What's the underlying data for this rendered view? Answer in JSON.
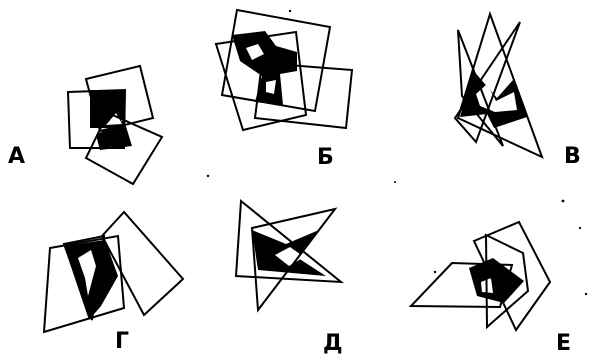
{
  "figures": [
    {
      "id": "a",
      "label": "А"
    },
    {
      "id": "b",
      "label": "Б"
    },
    {
      "id": "v",
      "label": "В"
    },
    {
      "id": "g",
      "label": "Г"
    },
    {
      "id": "d",
      "label": "Д"
    },
    {
      "id": "e",
      "label": "Е"
    }
  ],
  "colors": {
    "ink": "#000000",
    "paper": "#ffffff"
  }
}
